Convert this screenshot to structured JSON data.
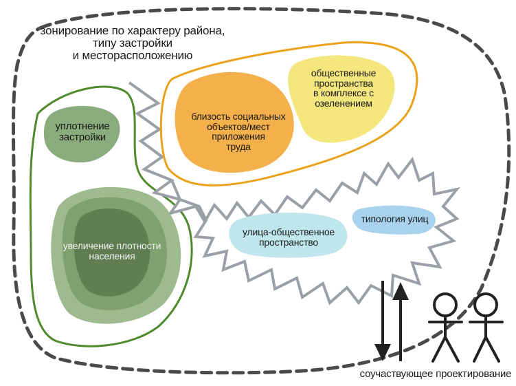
{
  "labels": {
    "zoning": "зонирование по характеру района,\nтипу застройки\nи месторасположению",
    "densification": "уплотнение\nзастройки",
    "density_increase": "увеличение  плотности\nнаселения",
    "social_proximity": "близость социальных\nобъектов/мест приложения\nтруда",
    "public_spaces": "общественные\nпространства\nв комплексе с\nозеленением",
    "street_public": "улица-общественное\nпространство",
    "street_typology": "типология улиц",
    "participatory": "соучаствующее проектирование"
  },
  "colors": {
    "dashed_outline": "#4a4a4a",
    "green_outline": "#4f8a2c",
    "orange_outline": "#e9a21a",
    "zigzag": "#9aa0a6",
    "green_light": "#9dbb8f",
    "green_mid": "#7fa06f",
    "green_dark": "#5f7f52",
    "green_small": "#8aac7c",
    "orange_blob": "#f4b04a",
    "yellow_blob": "#f3e67c",
    "teal_blob": "#bfe6ec",
    "blue_blob": "#a9d2ee",
    "people": "#222222"
  },
  "icons": [
    "down-arrow-icon",
    "up-arrow-icon",
    "person-icon",
    "person-icon"
  ]
}
